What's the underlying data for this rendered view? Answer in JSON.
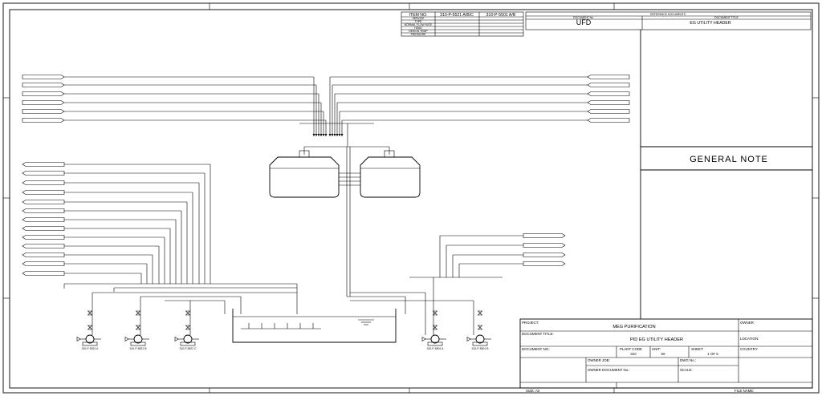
{
  "item_table": {
    "headers": [
      "ITEM NO.",
      "310-P-5521 A/B/C",
      "310-P-5501 A/B"
    ],
    "rows": [
      [
        "SERVICE",
        "",
        ""
      ],
      [
        "TYPE",
        "",
        ""
      ],
      [
        "NORMAL FLOW RATE",
        "",
        ""
      ],
      [
        "HEAD",
        "",
        ""
      ],
      [
        "DESIGN TEMP",
        "",
        ""
      ],
      [
        "PRESSURE",
        "",
        ""
      ]
    ]
  },
  "reference_table": {
    "title": "REFERENCE DOCUMENTS",
    "col_document_no": "DOCUMENT No.",
    "col_document_title": "DOCUMENT TITLE",
    "document_no": "UFD",
    "document_title": "EG  UTILITY HEADER"
  },
  "general_note": "GENERAL NOTE",
  "left_inlets": [
    "",
    "",
    "",
    "",
    "",
    ""
  ],
  "left_outlets": [
    "",
    "",
    "",
    "",
    "",
    "",
    "",
    "",
    "",
    "",
    "",
    "",
    ""
  ],
  "right_inlets": [
    "",
    "",
    "",
    "",
    "",
    ""
  ],
  "right_outlets": [
    "",
    "",
    "",
    ""
  ],
  "tanks": {
    "left": "",
    "right": ""
  },
  "pumps": [
    "310-P-5521 A",
    "310-P-5521 B",
    "310-P-5521 C",
    "310-P-5501 A",
    "310-P-5501 B"
  ],
  "title_block": {
    "project_label": "PROJECT:",
    "project_value": "MEG PURIFICATION",
    "owner_label": "OWNER:",
    "doc_title_label": "DOCUMENT TITLE:",
    "doc_title_value": "PID  EG  UTILITY HEADER",
    "location_label": "LOCATION:",
    "doc_no_label": "DOCUMENT NO.:",
    "plant_code_label": "PLANT CODE",
    "plant_code_value": "310",
    "unit_label": "UNIT:",
    "unit_value": "50",
    "sheet_label": "SHEET:",
    "sheet_value": "1  OF  5",
    "country_label": "COUNTRY:",
    "owner_job_label": "OWNER JOB:",
    "dwg_no_label": "DWG No.:",
    "owner_doc_label": "OWNER DOCUMENT No.:",
    "scale_label": "SCALE:",
    "size_label": "SIZE:  A3",
    "file_name_label": "FILE NAME:"
  }
}
